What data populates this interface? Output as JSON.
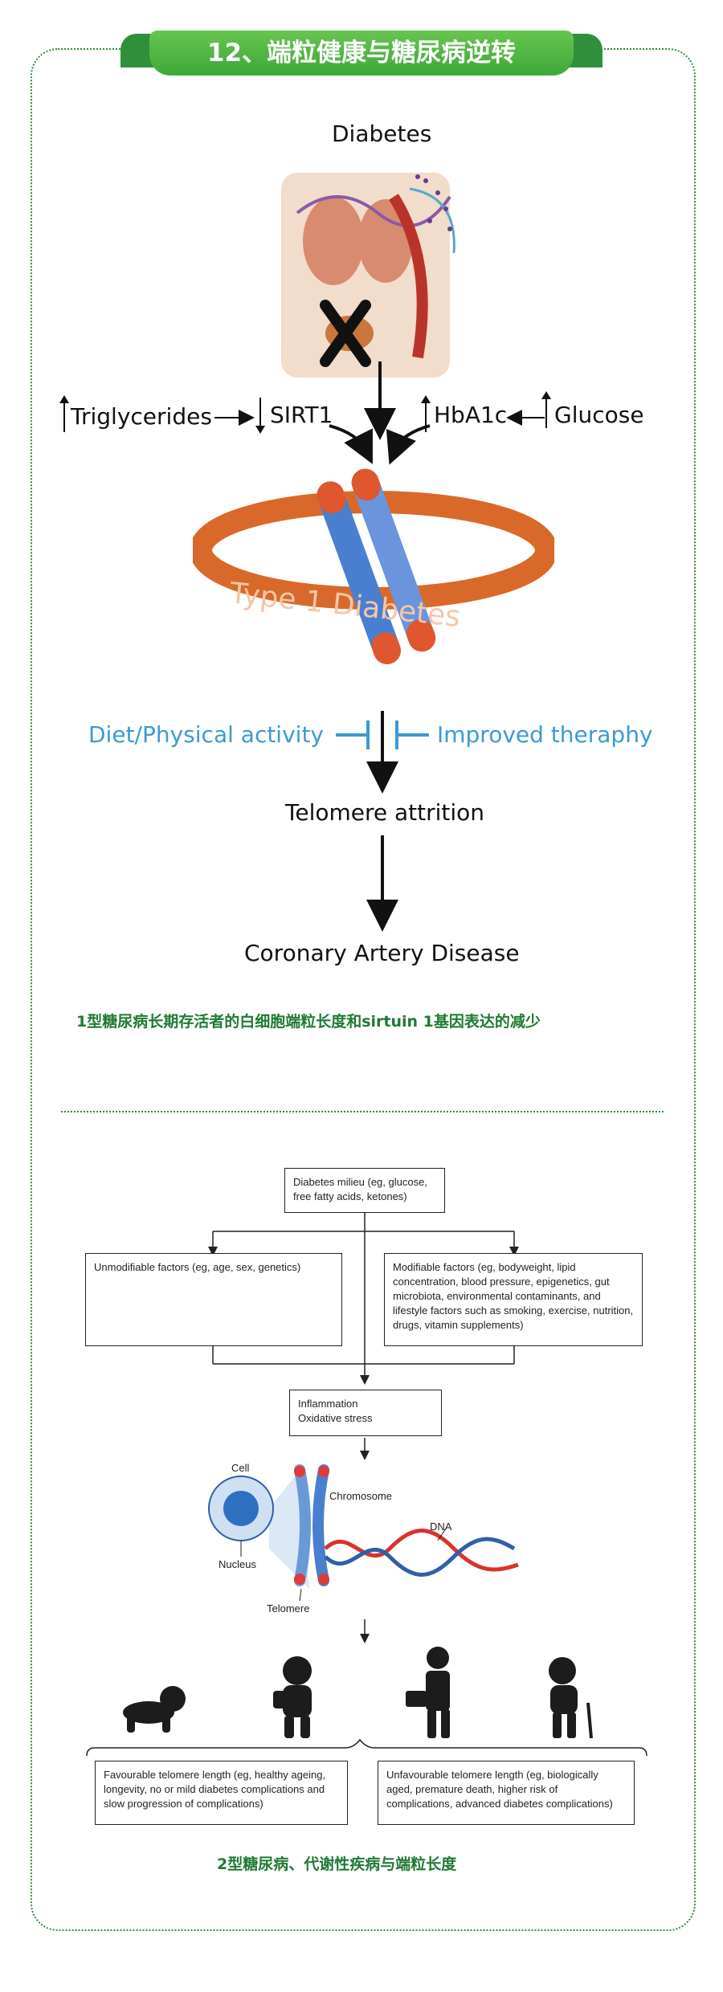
{
  "header": {
    "title": "12、端粒健康与糖尿病逆转"
  },
  "diagram1": {
    "top_label": "Diabetes",
    "triglycerides": "Triglycerides",
    "sirt1": "SIRT1",
    "hba1c": "HbA1c",
    "glucose": "Glucose",
    "band_text": "Type 1 Diabetes",
    "diet_label": "Diet/Physical activity",
    "therapy_label": "Improved theraphy",
    "attrition_label": "Telomere attrition",
    "cad_label": "Coronary Artery Disease",
    "caption": "1型糖尿病长期存活者的白细胞端粒长度和sirtuin 1基因表达的减少",
    "colors": {
      "blue": "#3b9ad6",
      "band": "#d9692a",
      "caption_green": "#1f7a34"
    }
  },
  "diagram2": {
    "milieu_box": "Diabetes milieu (eg, glucose, free fatty acids, ketones)",
    "unmodifiable_box": "Unmodifiable factors (eg, age, sex, genetics)",
    "modifiable_box": "Modifiable factors (eg, bodyweight, lipid concentration, blood pressure, epigenetics, gut microbiota, environmental contaminants, and lifestyle factors such as smoking, exercise, nutrition, drugs, vitamin supplements)",
    "inflammation_line1": "Inflammation",
    "inflammation_line2": "Oxidative stress",
    "cell_label": "Cell",
    "nucleus_label": "Nucleus",
    "chromosome_label": "Chromosome",
    "telomere_label": "Telomere",
    "dna_label": "DNA",
    "favourable_box": "Favourable telomere length (eg, healthy ageing, longevity, no or mild diabetes complications and slow progression of complications)",
    "unfavourable_box": "Unfavourable telomere length (eg, biologically aged, premature death, higher risk of complications, advanced diabetes complications)",
    "caption": "2型糖尿病、代谢性疾病与端粒长度"
  }
}
